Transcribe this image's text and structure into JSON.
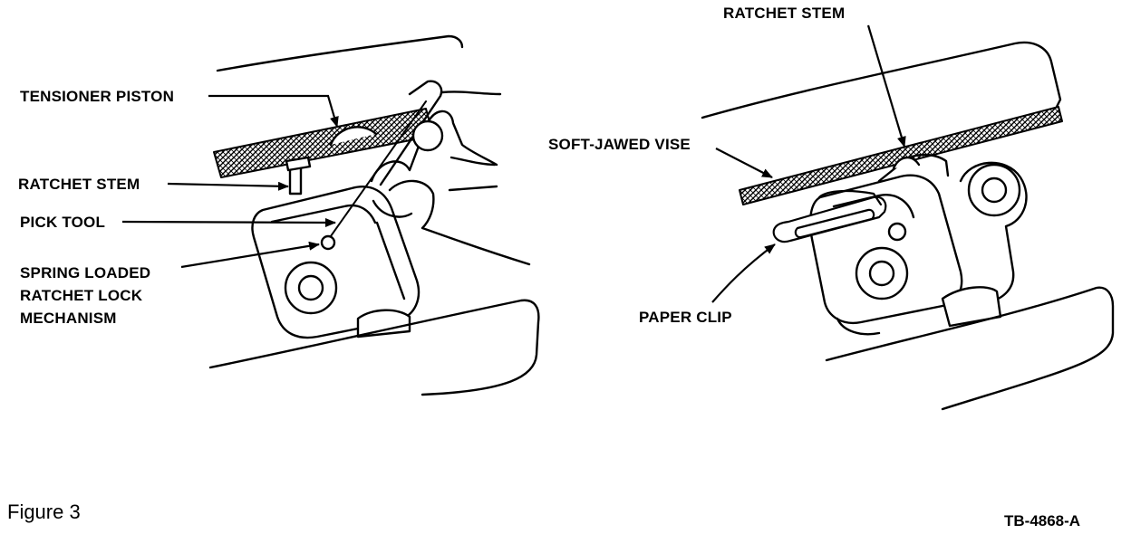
{
  "left_view": {
    "labels": {
      "tensioner_piston": "TENSIONER PISTON",
      "ratchet_stem": "RATCHET STEM",
      "pick_tool": "PICK TOOL",
      "spring_line1": "SPRING LOADED",
      "spring_line2": "RATCHET LOCK",
      "spring_line3": "MECHANISM"
    }
  },
  "right_view": {
    "labels": {
      "ratchet_stem": "RATCHET STEM",
      "soft_jawed_vise": "SOFT-JAWED VISE",
      "paper_clip": "PAPER CLIP"
    }
  },
  "footer": {
    "figure_caption": "Figure 3",
    "reference_code": "TB-4868-A"
  }
}
